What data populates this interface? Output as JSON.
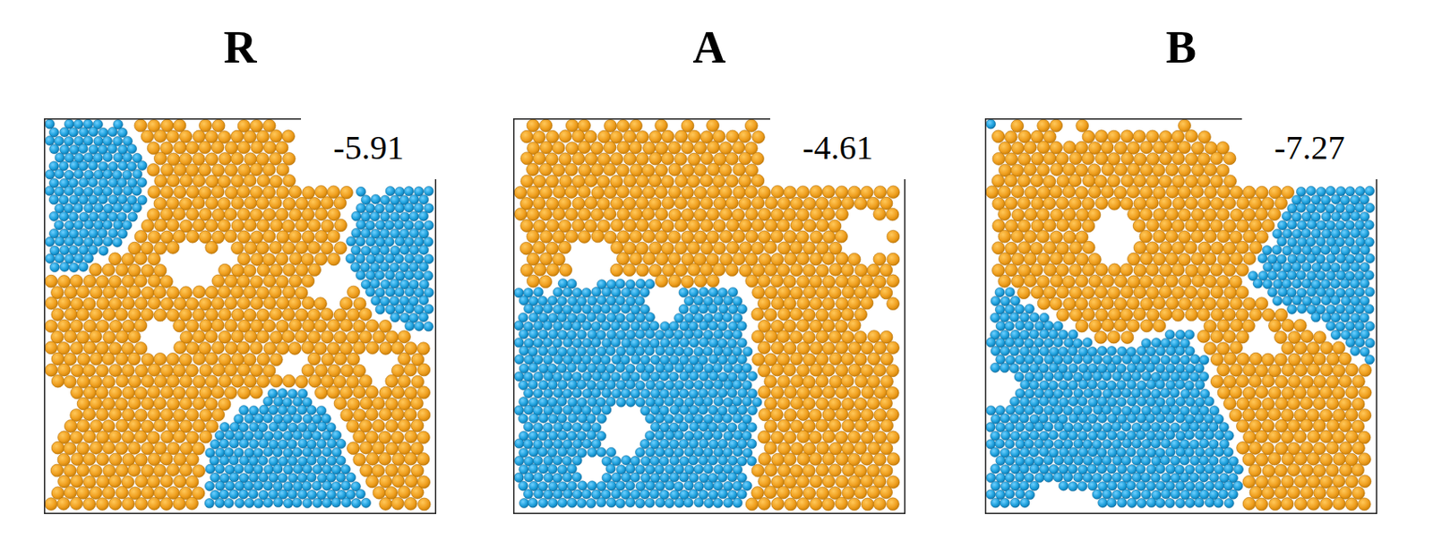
{
  "diagram": {
    "nodes": [
      {
        "text": [
          "R",
          "-5.91"
        ]
      },
      {
        "text": [
          "A",
          "-4.61"
        ]
      },
      {
        "text": [
          "B",
          "-7.27"
        ]
      }
    ]
  }
}
